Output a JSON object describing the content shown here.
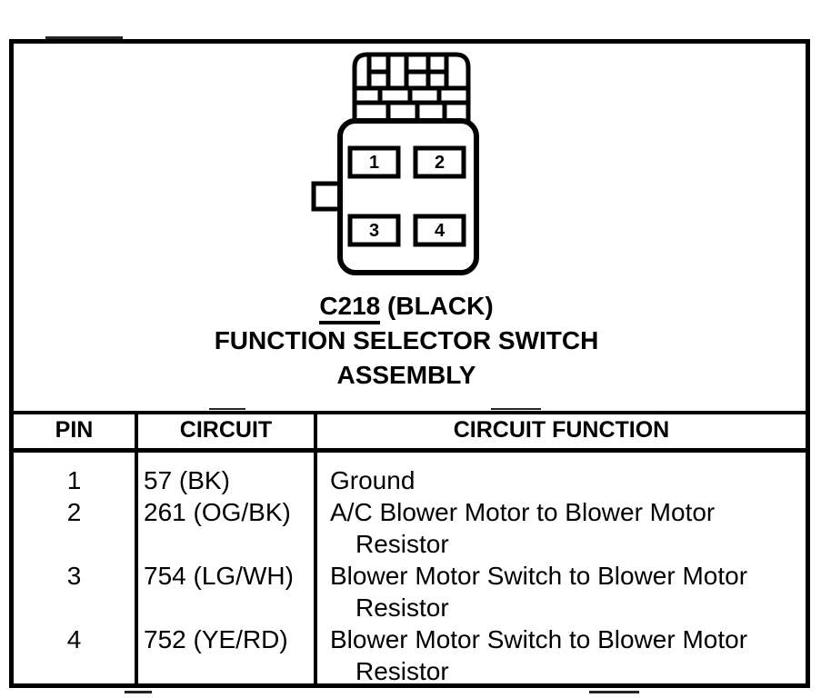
{
  "connector": {
    "pins": [
      "1",
      "2",
      "3",
      "4"
    ],
    "label_id": "C218",
    "label_color": "(BLACK)",
    "label_line2": "FUNCTION SELECTOR SWITCH",
    "label_line3": "ASSEMBLY"
  },
  "table": {
    "headers": [
      "PIN",
      "CIRCUIT",
      "CIRCUIT FUNCTION"
    ],
    "rows": [
      {
        "pin": "1",
        "circuit": "57 (BK)",
        "function": [
          "Ground"
        ]
      },
      {
        "pin": "2",
        "circuit": "261 (OG/BK)",
        "function": [
          "A/C Blower Motor to Blower Motor",
          "Resistor"
        ]
      },
      {
        "pin": "3",
        "circuit": "754 (LG/WH)",
        "function": [
          "Blower Motor Switch to Blower Motor",
          "Resistor"
        ]
      },
      {
        "pin": "4",
        "circuit": "752 (YE/RD)",
        "function": [
          "Blower Motor Switch to Blower Motor",
          "Resistor"
        ]
      }
    ]
  },
  "colors": {
    "ink": "#000000",
    "paper": "#ffffff"
  }
}
